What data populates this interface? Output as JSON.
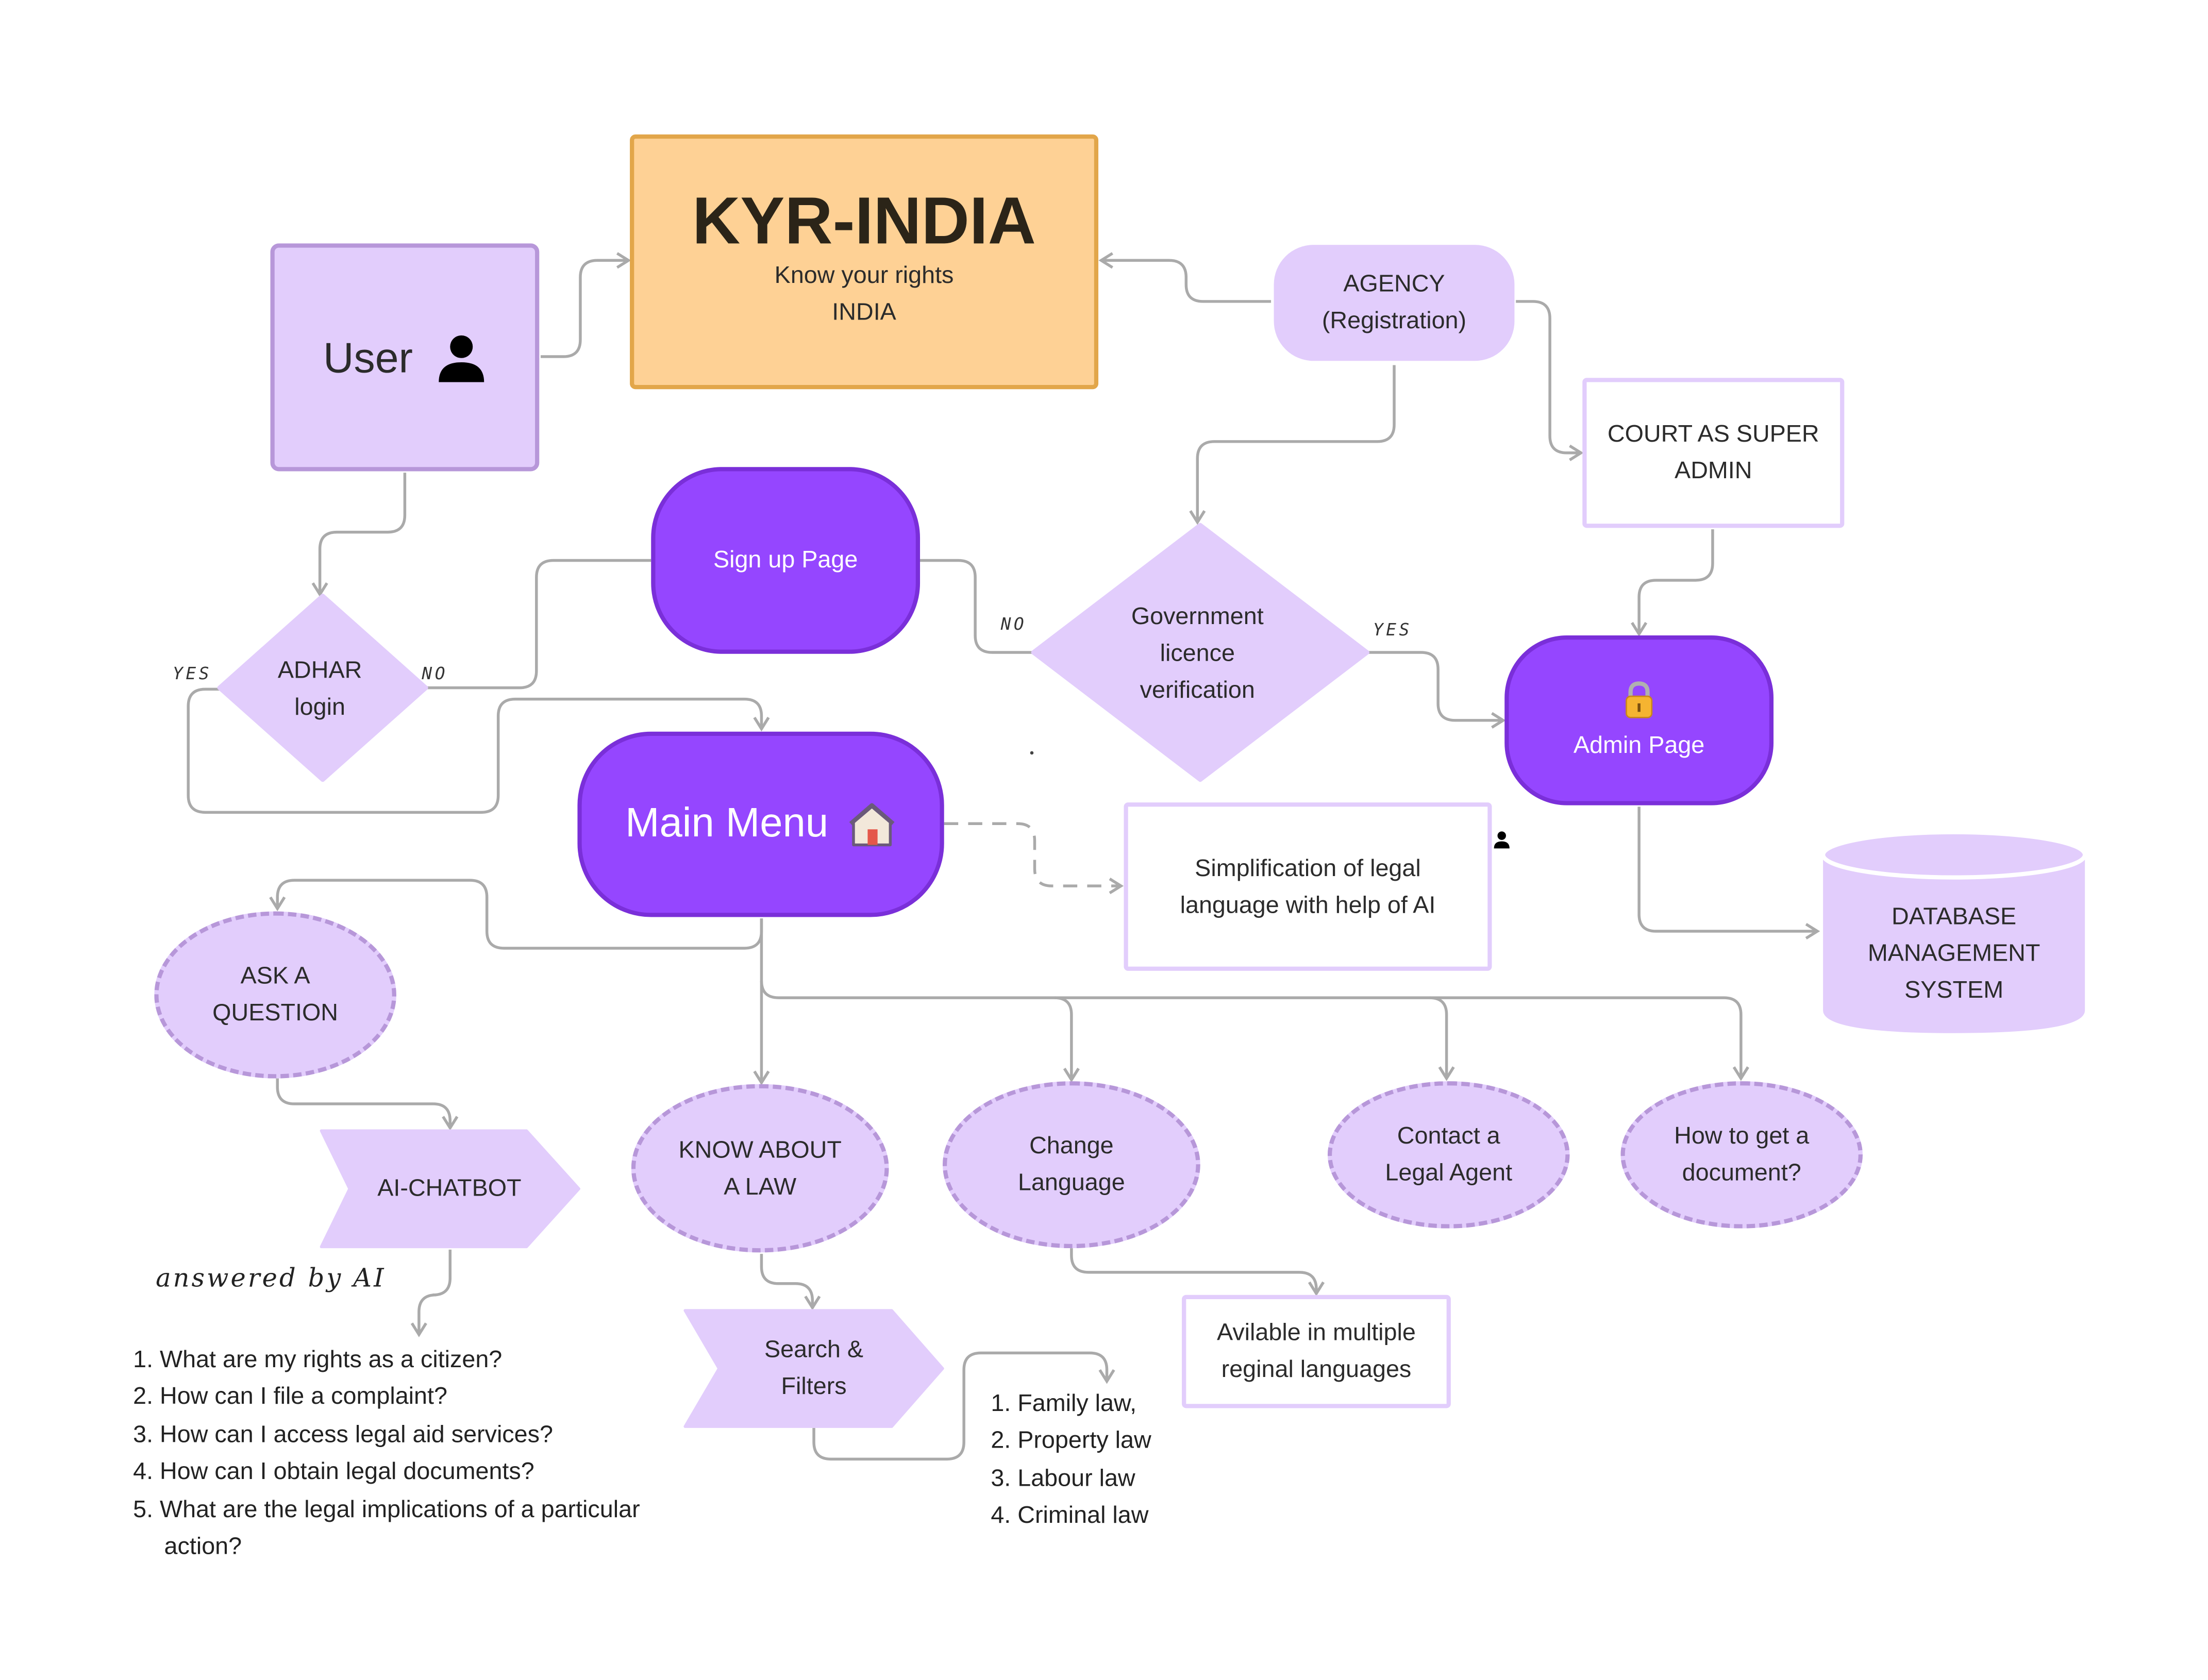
{
  "title_node": {
    "heading": "KYR-INDIA",
    "line1": "Know your rights",
    "line2": "INDIA"
  },
  "user": {
    "label": "User",
    "icon": "person-icon"
  },
  "agency": {
    "line1": "AGENCY",
    "line2": "(Registration)"
  },
  "court": {
    "line1": "COURT AS SUPER",
    "line2": "ADMIN"
  },
  "signup": {
    "label": "Sign up Page"
  },
  "gov_verification": {
    "line1": "Government",
    "line2": "licence",
    "line3": "verification"
  },
  "adhar": {
    "line1": "ADHAR",
    "line2": "login"
  },
  "admin": {
    "label": "Admin Page",
    "icon": "lock-icon"
  },
  "main_menu": {
    "label": "Main Menu",
    "icon": "house-icon"
  },
  "simplification": {
    "line1": "Simplification of legal",
    "line2": "language with help of AI"
  },
  "database": {
    "line1": "DATABASE",
    "line2": "MANAGEMENT",
    "line3": "SYSTEM"
  },
  "ask": {
    "line1": "ASK A",
    "line2": "QUESTION"
  },
  "chatbot": {
    "label": "AI-CHATBOT",
    "note": "answered by AI"
  },
  "know_law": {
    "line1": "KNOW ABOUT",
    "line2": "A LAW"
  },
  "change_lang": {
    "line1": "Change",
    "line2": "Language"
  },
  "contact": {
    "line1": "Contact a",
    "line2": "Legal Agent"
  },
  "document": {
    "line1": "How to get a",
    "line2": "document?"
  },
  "search": {
    "line1": "Search &",
    "line2": "Filters"
  },
  "languages": {
    "line1": "Avilable in multiple",
    "line2": "reginal languages"
  },
  "labels": {
    "yes": "YES",
    "no": "NO"
  },
  "questions": [
    "1. What are my rights as a citizen?",
    "2. How can I file a complaint?",
    "3. How can I access legal aid services?",
    "4. How can I obtain legal documents?",
    "5. What are the legal implications of a particular",
    "action?"
  ],
  "laws": [
    "1. Family law,",
    "2. Property law",
    "3. Labour law",
    "4. Criminal law"
  ],
  "colors": {
    "lavender": "#e2cdfc",
    "purple": "#9546ff",
    "orange": "#fed195",
    "connector": "#aaaaaa"
  }
}
